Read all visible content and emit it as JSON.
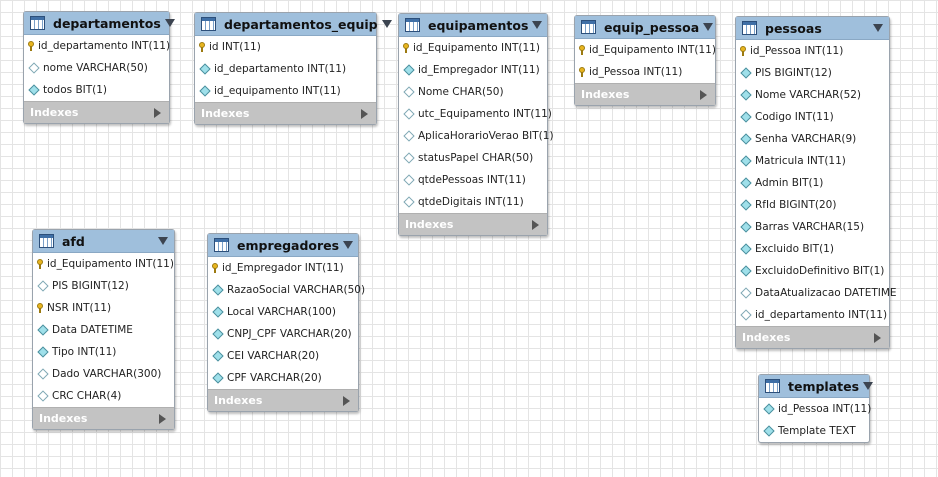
{
  "indexes_label": "Indexes",
  "tables": {
    "departamentos": {
      "name": "departamentos",
      "columns": [
        {
          "text": "id_departamento INT(11)",
          "icon": "primary-key-icon"
        },
        {
          "text": "nome VARCHAR(50)",
          "icon": "open-diamond-icon"
        },
        {
          "text": "todos BIT(1)",
          "icon": "diamond-icon"
        }
      ]
    },
    "departamentos_equip": {
      "name": "departamentos_equip",
      "columns": [
        {
          "text": "id INT(11)",
          "icon": "primary-key-icon"
        },
        {
          "text": "id_departamento INT(11)",
          "icon": "diamond-icon"
        },
        {
          "text": "id_equipamento INT(11)",
          "icon": "diamond-icon"
        }
      ]
    },
    "equipamentos": {
      "name": "equipamentos",
      "columns": [
        {
          "text": "id_Equipamento INT(11)",
          "icon": "primary-key-icon"
        },
        {
          "text": "id_Empregador INT(11)",
          "icon": "diamond-icon"
        },
        {
          "text": "Nome CHAR(50)",
          "icon": "open-diamond-icon"
        },
        {
          "text": "utc_Equipamento INT(11)",
          "icon": "open-diamond-icon"
        },
        {
          "text": "AplicaHorarioVerao BIT(1)",
          "icon": "open-diamond-icon"
        },
        {
          "text": "statusPapel CHAR(50)",
          "icon": "open-diamond-icon"
        },
        {
          "text": "qtdePessoas INT(11)",
          "icon": "open-diamond-icon"
        },
        {
          "text": "qtdeDigitais INT(11)",
          "icon": "open-diamond-icon"
        }
      ]
    },
    "equip_pessoa": {
      "name": "equip_pessoa",
      "columns": [
        {
          "text": "id_Equipamento INT(11)",
          "icon": "primary-key-icon"
        },
        {
          "text": "id_Pessoa INT(11)",
          "icon": "primary-key-icon"
        }
      ]
    },
    "pessoas": {
      "name": "pessoas",
      "columns": [
        {
          "text": "id_Pessoa INT(11)",
          "icon": "primary-key-icon"
        },
        {
          "text": "PIS BIGINT(12)",
          "icon": "diamond-icon"
        },
        {
          "text": "Nome VARCHAR(52)",
          "icon": "diamond-icon"
        },
        {
          "text": "Codigo INT(11)",
          "icon": "diamond-icon"
        },
        {
          "text": "Senha VARCHAR(9)",
          "icon": "diamond-icon"
        },
        {
          "text": "Matricula INT(11)",
          "icon": "diamond-icon"
        },
        {
          "text": "Admin BIT(1)",
          "icon": "diamond-icon"
        },
        {
          "text": "RfId BIGINT(20)",
          "icon": "diamond-icon"
        },
        {
          "text": "Barras VARCHAR(15)",
          "icon": "diamond-icon"
        },
        {
          "text": "Excluido BIT(1)",
          "icon": "diamond-icon"
        },
        {
          "text": "ExcluidoDefinitivo BIT(1)",
          "icon": "diamond-icon"
        },
        {
          "text": "DataAtualizacao DATETIME",
          "icon": "open-diamond-icon"
        },
        {
          "text": "id_departamento INT(11)",
          "icon": "open-diamond-icon"
        }
      ]
    },
    "afd": {
      "name": "afd",
      "columns": [
        {
          "text": "id_Equipamento INT(11)",
          "icon": "primary-key-icon"
        },
        {
          "text": "PIS BIGINT(12)",
          "icon": "open-diamond-icon"
        },
        {
          "text": "NSR INT(11)",
          "icon": "primary-key-icon"
        },
        {
          "text": "Data DATETIME",
          "icon": "diamond-icon"
        },
        {
          "text": "Tipo INT(11)",
          "icon": "diamond-icon"
        },
        {
          "text": "Dado VARCHAR(300)",
          "icon": "open-diamond-icon"
        },
        {
          "text": "CRC CHAR(4)",
          "icon": "open-diamond-icon"
        }
      ]
    },
    "empregadores": {
      "name": "empregadores",
      "columns": [
        {
          "text": "id_Empregador INT(11)",
          "icon": "primary-key-icon"
        },
        {
          "text": "RazaoSocial VARCHAR(50)",
          "icon": "diamond-icon"
        },
        {
          "text": "Local VARCHAR(100)",
          "icon": "diamond-icon"
        },
        {
          "text": "CNPJ_CPF VARCHAR(20)",
          "icon": "diamond-icon"
        },
        {
          "text": "CEI VARCHAR(20)",
          "icon": "diamond-icon"
        },
        {
          "text": "CPF VARCHAR(20)",
          "icon": "diamond-icon"
        }
      ]
    },
    "templates": {
      "name": "templates",
      "columns": [
        {
          "text": "id_Pessoa INT(11)",
          "icon": "diamond-icon"
        },
        {
          "text": "Template TEXT",
          "icon": "diamond-icon"
        }
      ]
    }
  }
}
